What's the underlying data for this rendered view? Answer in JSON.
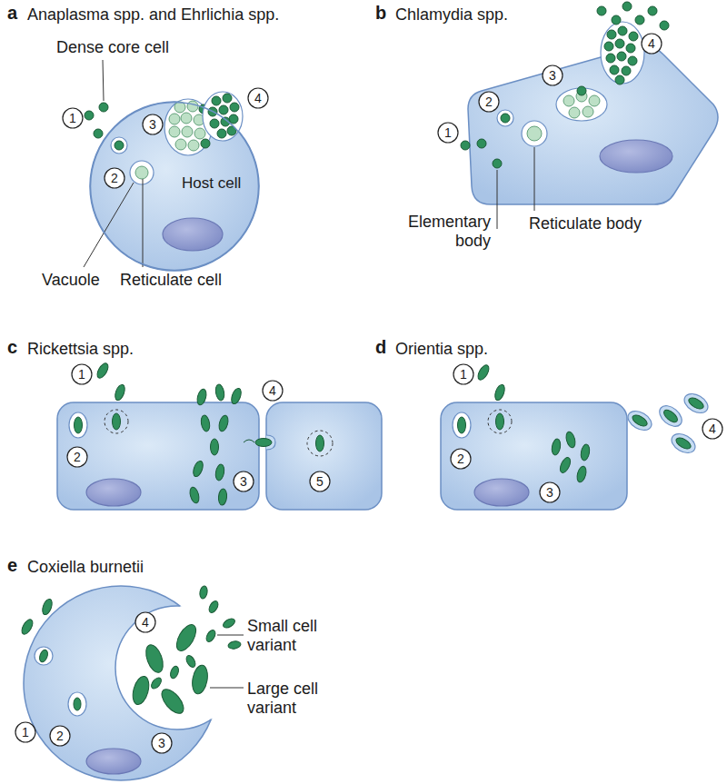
{
  "diagram": {
    "nodes": [
      {
        "text": [
          "1"
        ]
      },
      {
        "text": [
          "Host cell"
        ]
      },
      {
        "text": [
          "2"
        ],
        "in": 1
      },
      {
        "text": [
          "3"
        ],
        "in": 1
      },
      {
        "text": [
          "4"
        ]
      },
      {
        "text": [
          "1"
        ]
      },
      {
        "text": [
          "2"
        ]
      },
      {
        "text": [
          "3"
        ]
      },
      {
        "text": [
          "4"
        ]
      },
      {
        "text": [
          "1"
        ]
      },
      {
        "text": [
          "2"
        ]
      },
      {
        "text": [
          "3"
        ]
      },
      {
        "text": [
          "4"
        ]
      },
      {
        "text": [
          "5"
        ]
      },
      {
        "text": [
          "1"
        ]
      },
      {
        "text": [
          "2"
        ]
      },
      {
        "text": [
          "3"
        ]
      },
      {
        "text": [
          "4"
        ]
      },
      {
        "text": [
          "1"
        ]
      },
      {
        "text": [
          "2"
        ]
      },
      {
        "text": [
          "3"
        ]
      },
      {
        "text": [
          "4"
        ]
      }
    ],
    "labels": [
      "a",
      "Anaplasma spp. and Ehrlichia spp.",
      "Dense core cell",
      "Vacuole",
      "Reticulate cell",
      "b",
      "Chlamydia spp.",
      "Elementary body",
      "Reticulate body",
      "c",
      "Rickettsia spp.",
      "d",
      "Orientia spp.",
      "e",
      "Coxiella burnetii",
      "Small cell variant",
      "Large cell variant"
    ]
  }
}
